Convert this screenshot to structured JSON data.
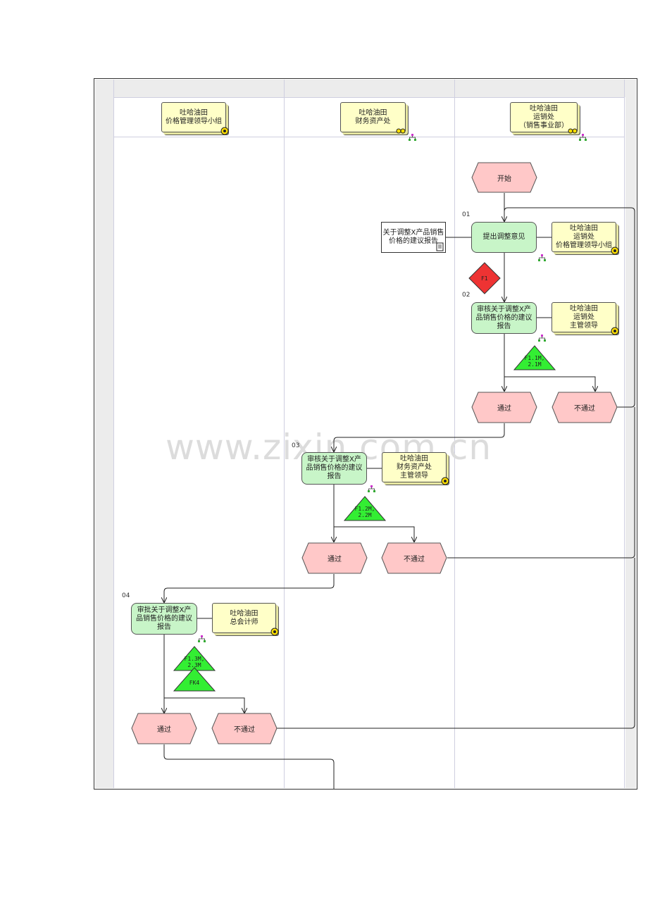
{
  "lanes": [
    {
      "header": "吐哈油田\n价格管理领导小组"
    },
    {
      "header": "吐哈油田\n财务资产处"
    },
    {
      "header": "吐哈油田\n运销处\n（销售事业部）"
    }
  ],
  "events": {
    "start": "开始",
    "pass": "通过",
    "fail": "不通过"
  },
  "steps": [
    {
      "num": "01",
      "label": "提出调整意见",
      "role": "吐哈油田\n运销处\n价格管理领导小组"
    },
    {
      "num": "02",
      "label": "审核关于调整X产\n品销售价格的建议\n报告",
      "role": "吐哈油田\n运销处\n主管领导"
    },
    {
      "num": "03",
      "label": "审核关于调整X产\n品销售价格的建议\n报告",
      "role": "吐哈油田\n财务资产处\n主管领导"
    },
    {
      "num": "04",
      "label": "审批关于调整X产\n品销售价格的建议\n报告",
      "role": "吐哈油田\n总会计师"
    }
  ],
  "document": "关于调整X产品销售\n价格的建议报告",
  "risk": "F1",
  "controls": {
    "c02": "F1.1M,\n2.1M",
    "c03": "F1.2M,\n2.2M",
    "c04": "F1.3M,\n2.3M",
    "c04b": "FK4"
  },
  "watermark": "www.zixin.com.cn",
  "colors": {
    "role_fill": "#ffffc8",
    "task_fill": "#c8f5c8",
    "event_fill": "#ffc8c8",
    "risk_fill": "#ee3333",
    "control_fill": "#33ee33"
  }
}
